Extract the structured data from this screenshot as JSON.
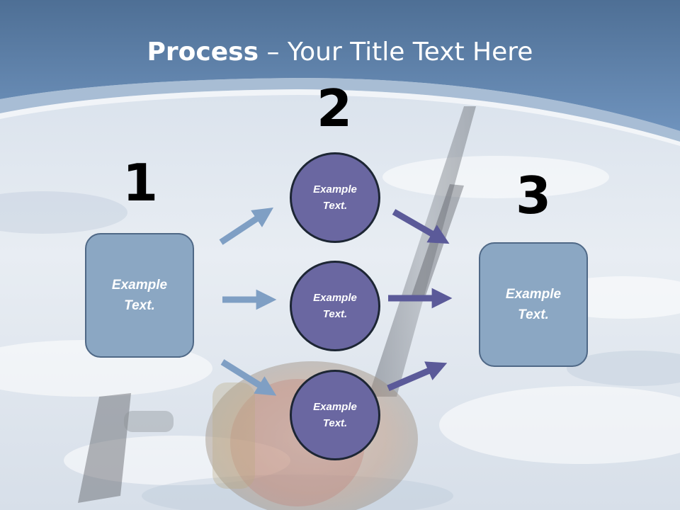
{
  "title": {
    "strong": "Process",
    "rest": " – Your Title Text Here"
  },
  "steps": {
    "one": "1",
    "two": "2",
    "three": "3"
  },
  "left_box": {
    "label": "Example\nText."
  },
  "right_box": {
    "label": "Example\nText."
  },
  "circles": [
    {
      "label": "Example\nText."
    },
    {
      "label": "Example\nText."
    },
    {
      "label": "Example\nText."
    }
  ],
  "colors": {
    "header_blue": "#5f86b1",
    "box_fill": "#8ba7c3",
    "circle_fill": "#6a67a1",
    "arrow_light": "#7f9fc4",
    "arrow_dark": "#5b5a99"
  }
}
